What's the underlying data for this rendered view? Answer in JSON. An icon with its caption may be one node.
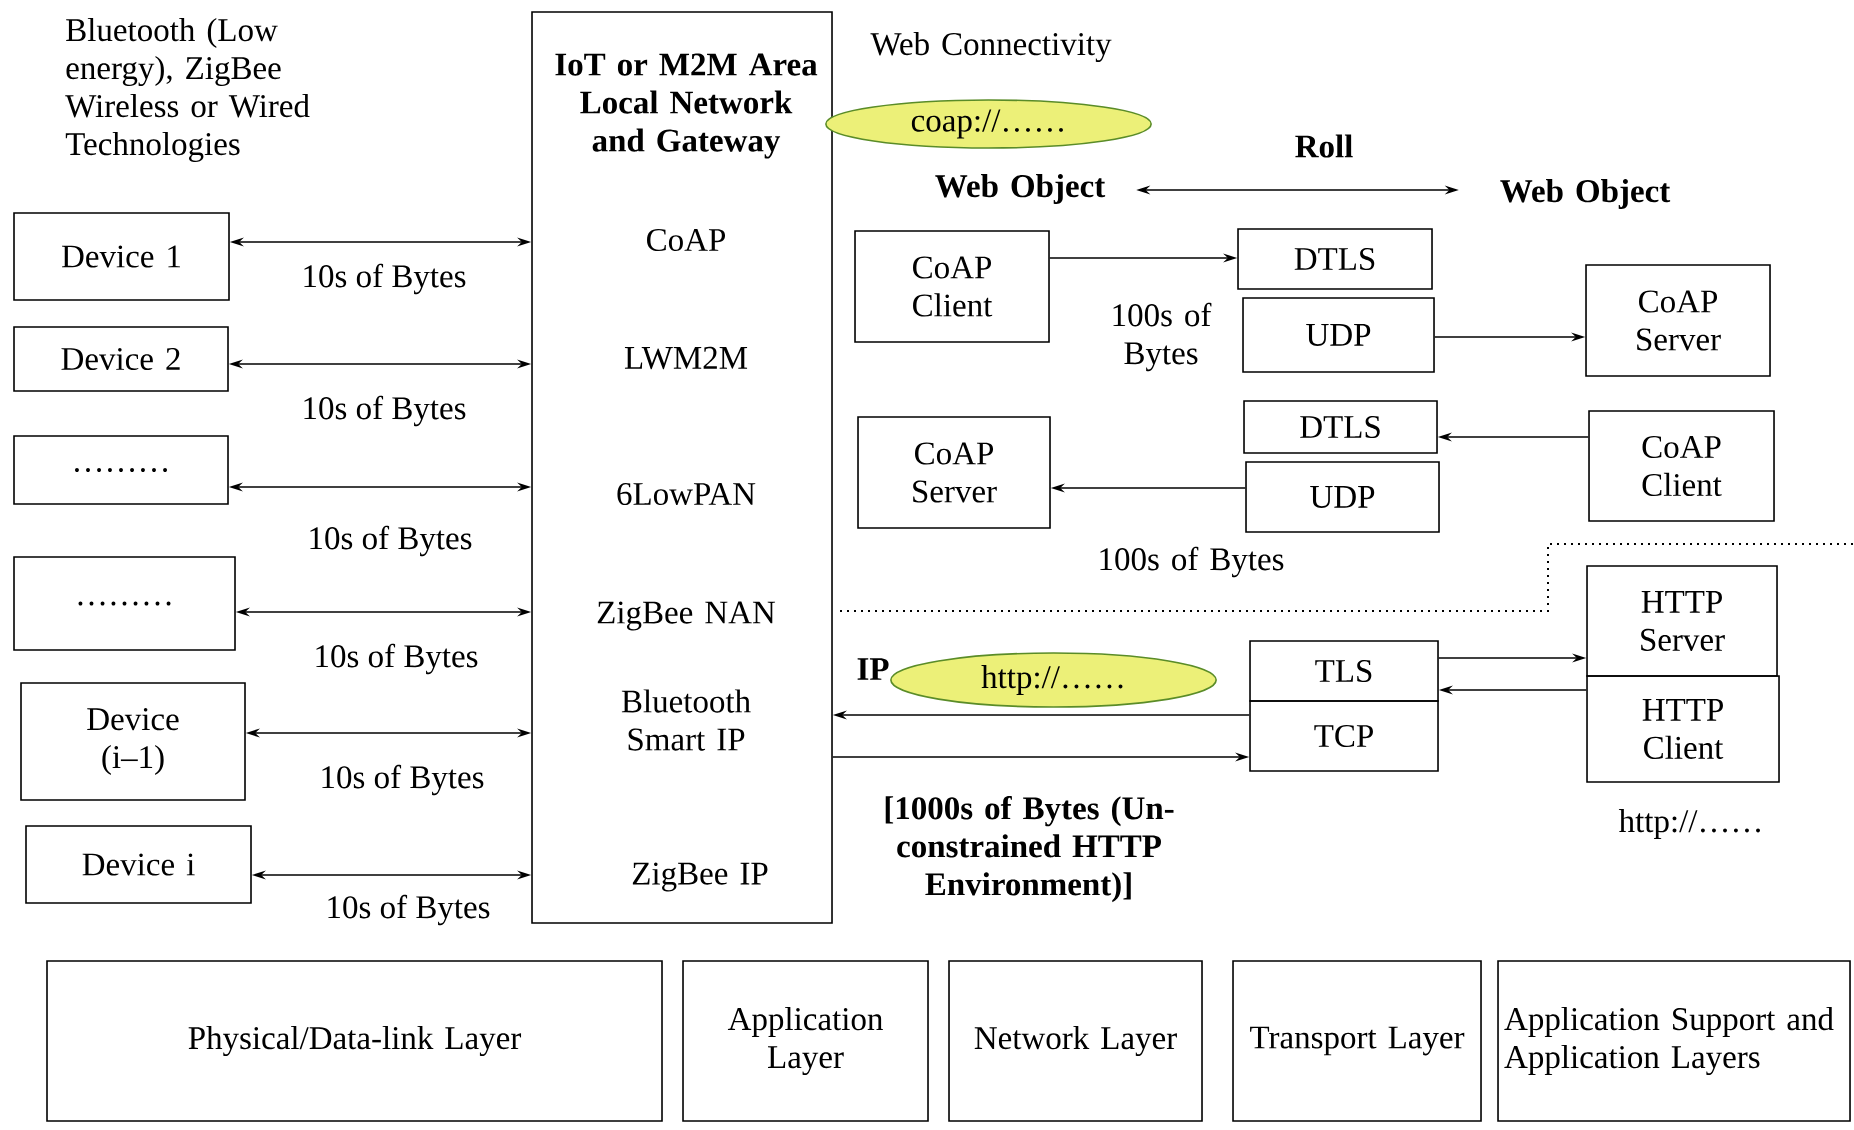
{
  "diagram": {
    "nodes": [
      {
        "text": [
          "Device 1"
        ]
      },
      {
        "text": [
          "Device 2"
        ]
      },
      {
        "text": [
          "………"
        ]
      },
      {
        "text": [
          "………"
        ]
      },
      {
        "text": [
          "Device (i–1)"
        ]
      },
      {
        "text": [
          "Device i"
        ]
      },
      {
        "text": [
          "IoT or M2M Area Local Network and Gateway",
          "CoAP",
          "LWM2M",
          "6LowPAN",
          "ZigBee NAN",
          "Bluetooth Smart IP",
          "ZigBee IP"
        ]
      },
      {
        "text": [
          "coap://……"
        ],
        "beside": [
          "Web Connectivity"
        ]
      },
      {
        "text": [
          "Web Object"
        ]
      },
      {
        "text": [
          "Web Object"
        ]
      },
      {
        "text": [
          "CoAP Client"
        ]
      },
      {
        "text": [
          "DTLS"
        ]
      },
      {
        "text": [
          "UDP"
        ]
      },
      {
        "text": [
          "CoAP Server"
        ]
      },
      {
        "text": [
          "CoAP Server"
        ]
      },
      {
        "text": [
          "DTLS"
        ]
      },
      {
        "text": [
          "UDP"
        ]
      },
      {
        "text": [
          "CoAP Client"
        ]
      },
      {
        "text": [
          "HTTP Server"
        ]
      },
      {
        "text": [
          "HTTP Client"
        ]
      },
      {
        "text": [
          "TLS"
        ]
      },
      {
        "text": [
          "TCP"
        ]
      },
      {
        "text": [
          "http://……"
        ]
      },
      {
        "text": [
          "Physical/Data-link Layer"
        ]
      },
      {
        "text": [
          "Application Layer"
        ]
      },
      {
        "text": [
          "Network Layer"
        ]
      },
      {
        "text": [
          "Transport Layer"
        ]
      },
      {
        "text": [
          "Application Support and Application Layers"
        ]
      }
    ],
    "edges": [
      {
        "from": 0,
        "to": 6,
        "arrow": "both",
        "label": "10s of Bytes"
      },
      {
        "from": 1,
        "to": 6,
        "arrow": "both",
        "label": "10s of Bytes"
      },
      {
        "from": 2,
        "to": 6,
        "arrow": "both",
        "label": "10s of Bytes"
      },
      {
        "from": 3,
        "to": 6,
        "arrow": "both",
        "label": "10s of Bytes"
      },
      {
        "from": 4,
        "to": 6,
        "arrow": "both",
        "label": "10s of Bytes"
      },
      {
        "from": 5,
        "to": 6,
        "arrow": "both",
        "label": "10s of Bytes"
      },
      {
        "from": 8,
        "to": 9,
        "arrow": "both",
        "label": "Roll"
      },
      {
        "from": 10,
        "to": 11,
        "arrow": "to"
      },
      {
        "from": 12,
        "to": 13,
        "arrow": "to"
      },
      {
        "from": 17,
        "to": 15,
        "arrow": "to"
      },
      {
        "from": 16,
        "to": 14,
        "arrow": "to"
      },
      {
        "from": 20,
        "to": 18,
        "arrow": "to"
      },
      {
        "from": 19,
        "to": 20,
        "arrow": "to"
      },
      {
        "from": 21,
        "to": 6,
        "arrow": "to"
      },
      {
        "from": 6,
        "to": 21,
        "arrow": "to"
      }
    ],
    "labels": [
      "Bluetooth (Low energy), ZigBee Wireless or Wired Technologies",
      "100s of Bytes",
      "100s of Bytes",
      "IP",
      "[1000s of Bytes (Un-constrained HTTP Environment)]",
      "http://……"
    ]
  }
}
